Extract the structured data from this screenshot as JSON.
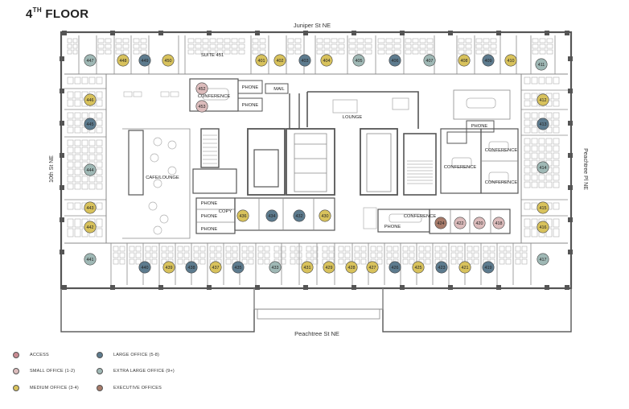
{
  "title": {
    "main": "4",
    "sup": "TH",
    "rest": " FLOOR"
  },
  "streets": {
    "north": "Juniper St NE",
    "south": "Peachtree St NE",
    "west": "10th St NE",
    "east": "Peachtree Pl NE"
  },
  "colors": {
    "access": "#c98b92",
    "small": "#dcbcbc",
    "medium": "#d8c25c",
    "large": "#5d7b8e",
    "xlarge": "#9fb8b5",
    "executive": "#a77b6a",
    "wall": "#555555",
    "line": "#8a8a8a",
    "furniture": "#b0b0b0"
  },
  "legend": [
    {
      "key": "access",
      "label": "ACCESS"
    },
    {
      "key": "small",
      "label": "SMALL OFFICE (1-2)"
    },
    {
      "key": "medium",
      "label": "MEDIUM OFFICE (3-4)"
    },
    {
      "key": "large",
      "label": "LARGE OFFICE (5-8)"
    },
    {
      "key": "xlarge",
      "label": "EXTRA LARGE OFFICE (9+)"
    },
    {
      "key": "executive",
      "label": "EXECUTIVE OFFICES"
    }
  ],
  "rooms": [
    {
      "label": "SUITE 451"
    },
    {
      "label": "PHONE"
    },
    {
      "label": "MAIL"
    },
    {
      "label": "CONFERENCE"
    },
    {
      "label": "PHONE"
    },
    {
      "label": "LOUNGE"
    },
    {
      "label": "PHONE"
    },
    {
      "label": "CONFERENCE"
    },
    {
      "label": "CONFERENCE"
    },
    {
      "label": "CONFERENCE"
    },
    {
      "label": "CAFE/LOUNGE"
    },
    {
      "label": "PHONE"
    },
    {
      "label": "COPY"
    },
    {
      "label": "PHONE"
    },
    {
      "label": "PHONE"
    },
    {
      "label": "CONFERENCE"
    },
    {
      "label": "PHONE"
    }
  ],
  "offices": [
    {
      "num": "447",
      "type": "xlarge"
    },
    {
      "num": "448",
      "type": "medium"
    },
    {
      "num": "449",
      "type": "large"
    },
    {
      "num": "450",
      "type": "medium"
    },
    {
      "num": "401",
      "type": "medium"
    },
    {
      "num": "402",
      "type": "medium"
    },
    {
      "num": "403",
      "type": "large"
    },
    {
      "num": "404",
      "type": "medium"
    },
    {
      "num": "405",
      "type": "xlarge"
    },
    {
      "num": "406",
      "type": "large"
    },
    {
      "num": "407",
      "type": "xlarge"
    },
    {
      "num": "408",
      "type": "medium"
    },
    {
      "num": "409",
      "type": "large"
    },
    {
      "num": "410",
      "type": "medium"
    },
    {
      "num": "411",
      "type": "xlarge"
    },
    {
      "num": "452",
      "type": "small"
    },
    {
      "num": "453",
      "type": "small"
    },
    {
      "num": "446",
      "type": "medium"
    },
    {
      "num": "445",
      "type": "large"
    },
    {
      "num": "444",
      "type": "xlarge"
    },
    {
      "num": "443",
      "type": "medium"
    },
    {
      "num": "442",
      "type": "medium"
    },
    {
      "num": "441",
      "type": "xlarge"
    },
    {
      "num": "412",
      "type": "medium"
    },
    {
      "num": "413",
      "type": "large"
    },
    {
      "num": "414",
      "type": "xlarge"
    },
    {
      "num": "415",
      "type": "medium"
    },
    {
      "num": "416",
      "type": "medium"
    },
    {
      "num": "417",
      "type": "xlarge"
    },
    {
      "num": "436",
      "type": "medium"
    },
    {
      "num": "434",
      "type": "large"
    },
    {
      "num": "432",
      "type": "large"
    },
    {
      "num": "430",
      "type": "medium"
    },
    {
      "num": "424",
      "type": "executive"
    },
    {
      "num": "422",
      "type": "small"
    },
    {
      "num": "420",
      "type": "small"
    },
    {
      "num": "418",
      "type": "small"
    },
    {
      "num": "440",
      "type": "large"
    },
    {
      "num": "439",
      "type": "medium"
    },
    {
      "num": "438",
      "type": "large"
    },
    {
      "num": "437",
      "type": "medium"
    },
    {
      "num": "435",
      "type": "large"
    },
    {
      "num": "433",
      "type": "xlarge"
    },
    {
      "num": "431",
      "type": "medium"
    },
    {
      "num": "429",
      "type": "medium"
    },
    {
      "num": "428",
      "type": "medium"
    },
    {
      "num": "427",
      "type": "medium"
    },
    {
      "num": "426",
      "type": "large"
    },
    {
      "num": "425",
      "type": "medium"
    },
    {
      "num": "423",
      "type": "large"
    },
    {
      "num": "421",
      "type": "medium"
    },
    {
      "num": "419",
      "type": "large"
    }
  ]
}
